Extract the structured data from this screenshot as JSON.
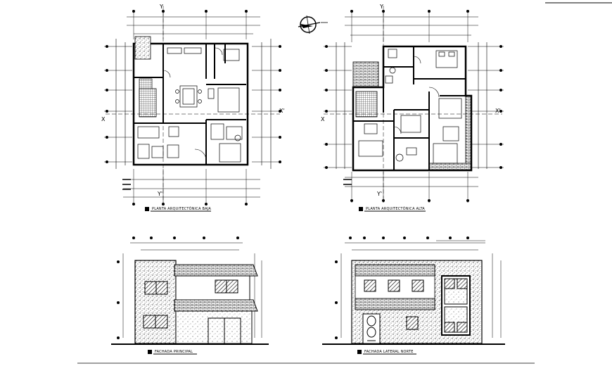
{
  "drawing": {
    "views": [
      {
        "id": "planta-baja",
        "title": "PLANTA ARQUITECTÓNICA BAJA"
      },
      {
        "id": "planta-alta",
        "title": "PLANTA ARQUITECTÓNICA ALTA"
      },
      {
        "id": "fachada-principal",
        "title": "FACHADA PRINCIPAL"
      },
      {
        "id": "fachada-lateral",
        "title": "FACHADA LATERAL NORTE"
      }
    ],
    "axis_labels": {
      "y_top": "Y",
      "y_bottom": "Y'",
      "x_left": "X",
      "x_right": "X'"
    }
  }
}
